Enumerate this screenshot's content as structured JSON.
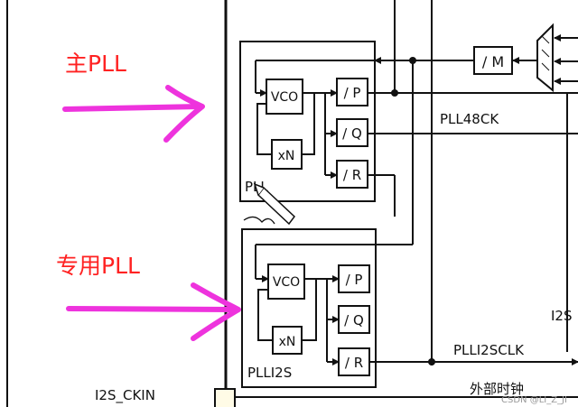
{
  "annotations": {
    "main_pll": "主PLL",
    "dedicated_pll": "专用PLL"
  },
  "blocks": {
    "pll_main": {
      "name": "PLL",
      "vco": "VCO",
      "xn": "xN",
      "div_p": "/ P",
      "div_q": "/ Q",
      "div_r": "/ R"
    },
    "pll_i2s": {
      "name": "PLLI2S",
      "vco": "VCO",
      "xn": "xN",
      "div_p": "/ P",
      "div_q": "/ Q",
      "div_r": "/ R"
    },
    "div_m": "/ M"
  },
  "signals": {
    "pll48ck": "PLL48CK",
    "plli2sclk": "PLLI2SCLK",
    "i2s_ckin": "I2S_CKIN",
    "i2s_right": "I2S",
    "external_clock": "外部时钟"
  },
  "watermark": "CSDN @LI_Z_JI",
  "colors": {
    "annotation_red": "#ff2222",
    "arrow_magenta": "#ee33dd",
    "line": "#111111"
  }
}
